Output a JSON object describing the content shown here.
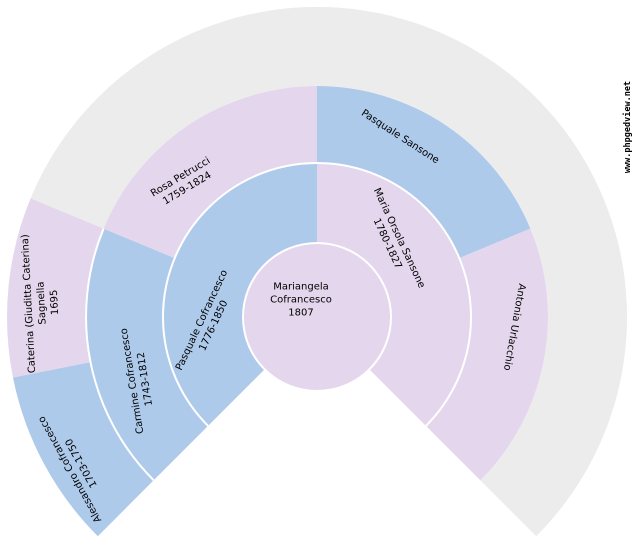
{
  "watermark": "www.phpgedview.net",
  "colors": {
    "male": "#aecaea",
    "female": "#e4d6ec",
    "empty": "#ececec",
    "boundary": "#ffffff",
    "text": "#000000"
  },
  "people": {
    "root": {
      "name": "Mariangela\nCofrancesco",
      "dates": "1807"
    },
    "father": {
      "name": "Pasquale Cofrancesco",
      "dates": "1776-1850"
    },
    "mother": {
      "name": "Maria Orsola Sansone",
      "dates": "1780-1827"
    },
    "paternal_grandfather": {
      "name": "Carmine Cofrancesco",
      "dates": "1743-1812"
    },
    "paternal_grandmother": {
      "name": "Rosa Petrucci",
      "dates": "1759-1824"
    },
    "maternal_grandfather": {
      "name": "Pasquale Sansone",
      "dates": ""
    },
    "maternal_grandmother": {
      "name": "Antonia Urlacchio",
      "dates": ""
    },
    "great_grandfather": {
      "name": "Alessandro Cofrancesco",
      "dates": "1703-1750"
    },
    "great_grandmother": {
      "name": "Caterina (Giuditta Caterina)\nSagnella",
      "dates": "1695"
    }
  }
}
